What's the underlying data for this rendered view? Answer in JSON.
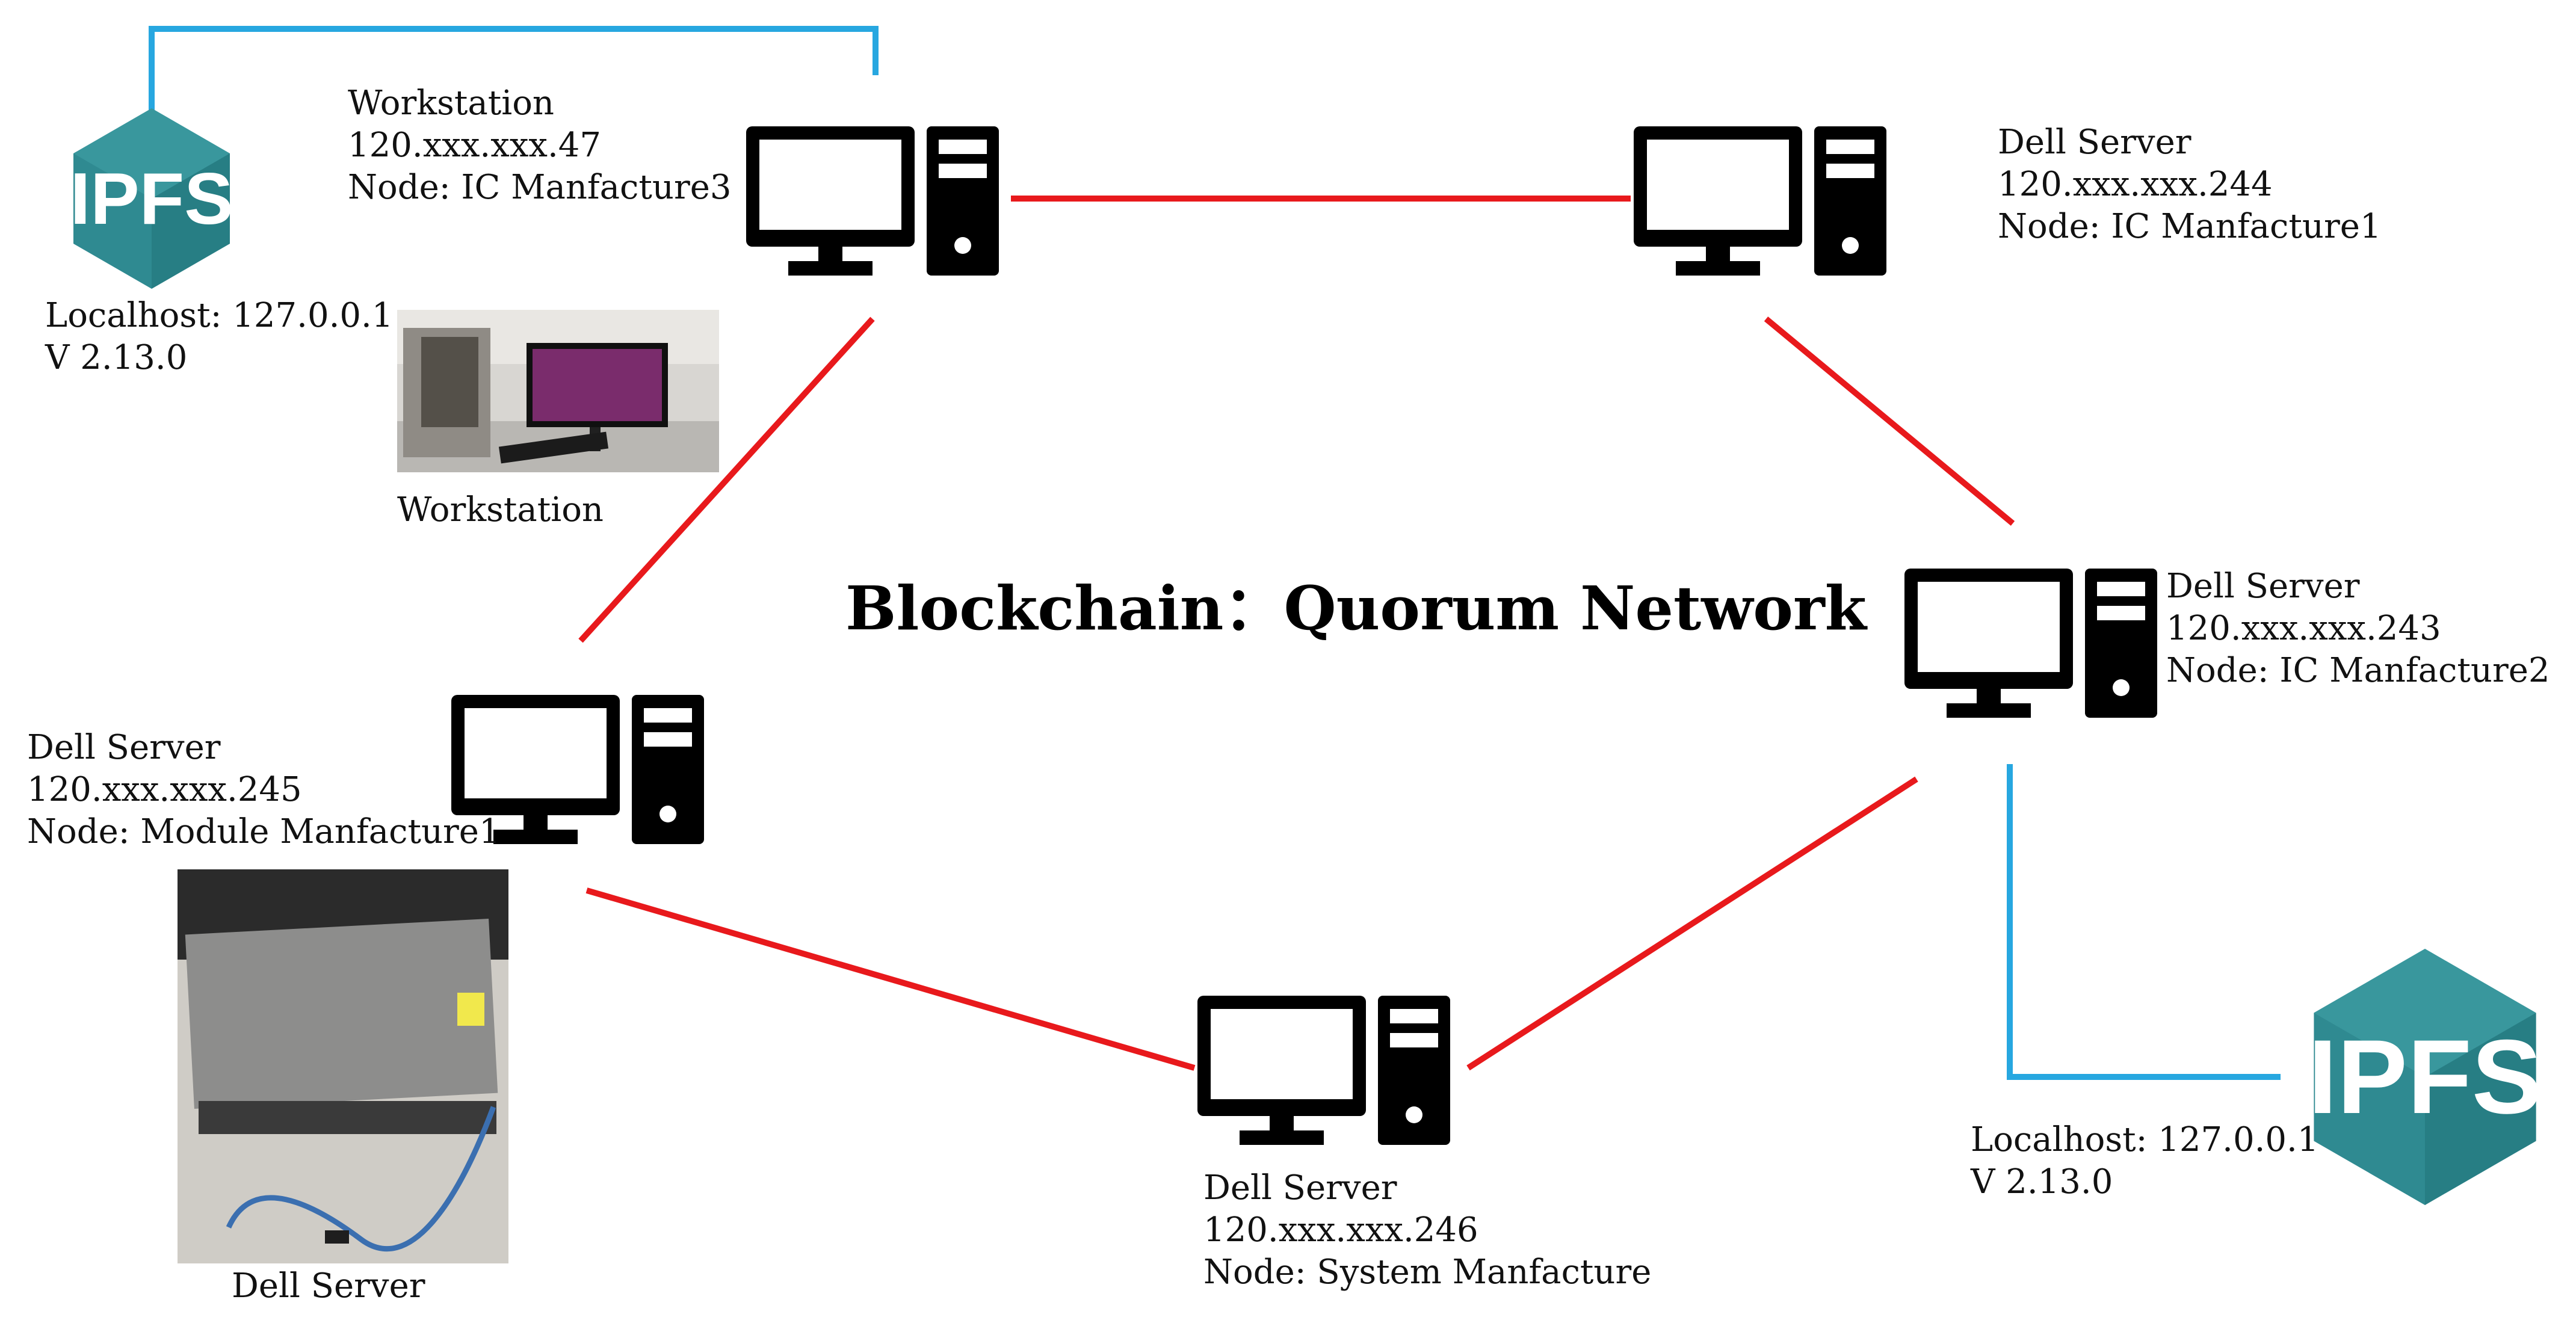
{
  "title": "Blockchain：Quorum Network",
  "colors": {
    "blockchain_link": "#e8191c",
    "ipfs_link": "#27a7e0",
    "ipfs_logo": "#2f8a91",
    "computer": "#000000"
  },
  "nodes": [
    {
      "id": "ic3",
      "device": "Workstation",
      "ip": "120.xxx.xxx.47",
      "node": "Node: IC Manfacture3",
      "icon": "desktop-computer-icon"
    },
    {
      "id": "ic1",
      "device": "Dell Server",
      "ip": "120.xxx.xxx.244",
      "node": "Node: IC Manfacture1",
      "icon": "desktop-computer-icon"
    },
    {
      "id": "ic2",
      "device": "Dell Server",
      "ip": "120.xxx.xxx.243",
      "node": "Node: IC Manfacture2",
      "icon": "desktop-computer-icon"
    },
    {
      "id": "mod1",
      "device": "Dell Server",
      "ip": "120.xxx.xxx.245",
      "node": "Node: Module Manfacture1",
      "icon": "desktop-computer-icon"
    },
    {
      "id": "sys",
      "device": "Dell Server",
      "ip": "120.xxx.xxx.246",
      "node": "Node: System Manfacture",
      "icon": "desktop-computer-icon"
    }
  ],
  "ipfs": [
    {
      "logo_text": "IPFS",
      "host": "Localhost: 127.0.0.1",
      "version": "V 2.13.0",
      "icon": "ipfs-cube-icon"
    },
    {
      "logo_text": "IPFS",
      "host": "Localhost: 127.0.0.1",
      "version": "V 2.13.0",
      "icon": "ipfs-cube-icon"
    }
  ],
  "photos": [
    {
      "caption": "Workstation"
    },
    {
      "caption": "Dell Server"
    }
  ]
}
